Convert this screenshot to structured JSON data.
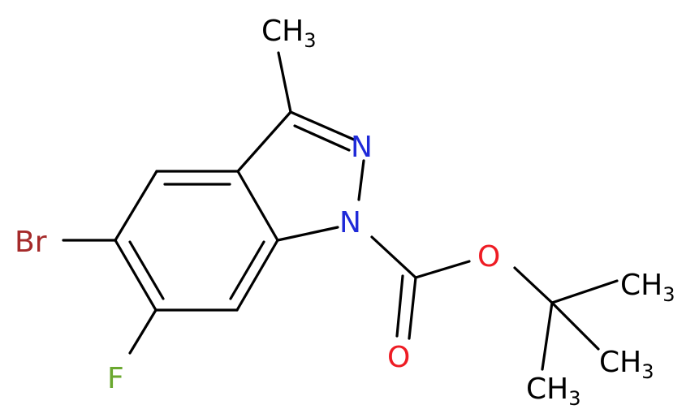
{
  "molecule": {
    "atoms": {
      "methyl_top": {
        "label": "CH",
        "subscript": "3",
        "color": "#000000"
      },
      "n2": {
        "label": "N",
        "color": "#1f2ad8"
      },
      "n1": {
        "label": "N",
        "color": "#1f2ad8"
      },
      "br": {
        "label": "Br",
        "color": "#a52a2a"
      },
      "f": {
        "label": "F",
        "color": "#6aa82f"
      },
      "o_ester": {
        "label": "O",
        "color": "#ee1c24"
      },
      "o_carbonyl": {
        "label": "O",
        "color": "#ee1c24"
      },
      "methyl_1": {
        "label": "CH",
        "subscript": "3",
        "color": "#000000"
      },
      "methyl_2": {
        "label": "CH",
        "subscript": "3",
        "color": "#000000"
      },
      "methyl_3": {
        "label": "CH",
        "subscript": "3",
        "color": "#000000"
      }
    }
  }
}
